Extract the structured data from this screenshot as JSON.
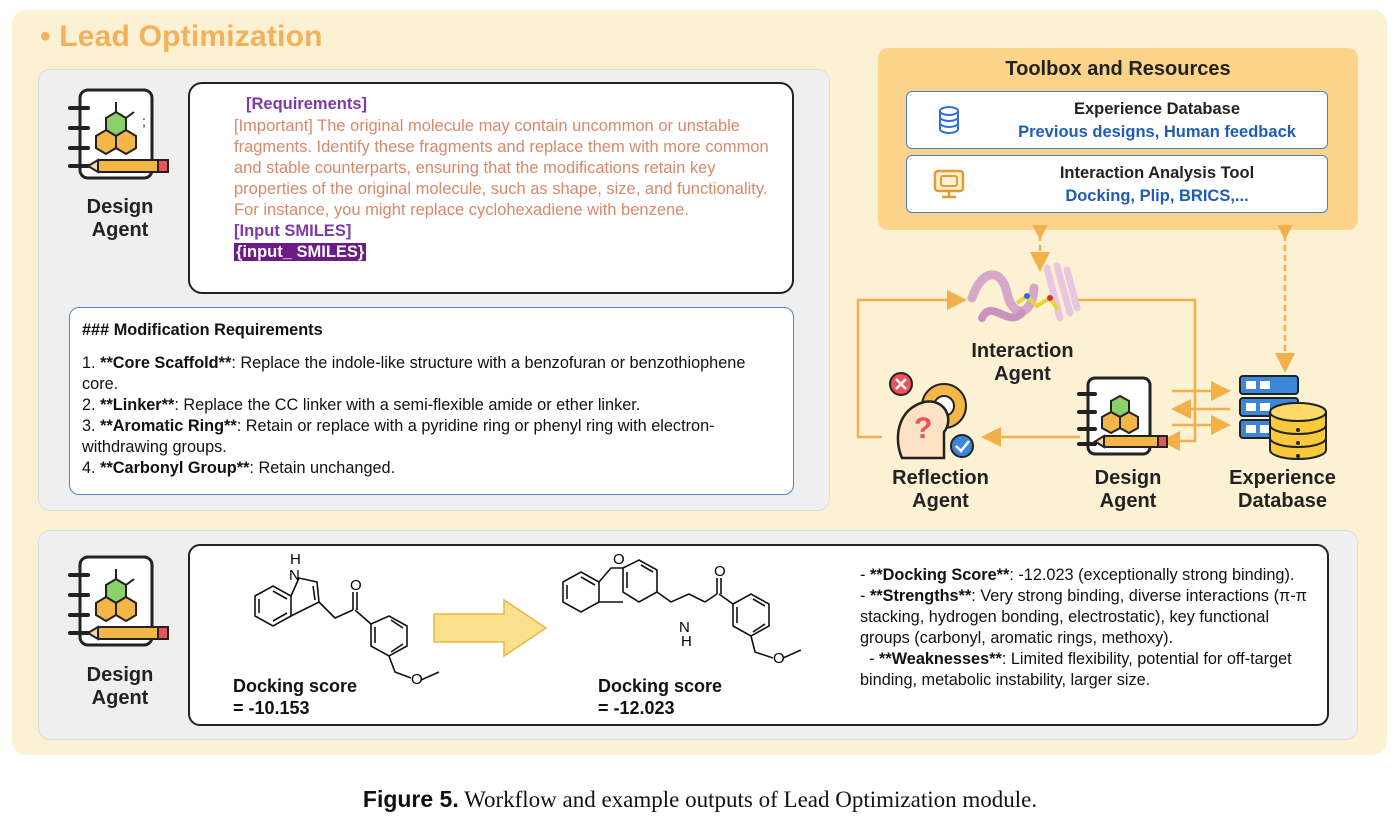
{
  "section_title": "•  Lead Optimization",
  "prompt": {
    "requirements_label": "[Requirements]",
    "important_text": "[Important] The original molecule may contain uncommon or unstable fragments. Identify these fragments and replace them with more common and stable counterparts, ensuring that the modifications retain key properties of the original molecule, such as shape, size, and functionality. For instance, you might replace cyclohexadiene with benzene.",
    "input_label": "[Input SMILES]",
    "input_placeholder": "{input_ SMILES}"
  },
  "modification": {
    "title": "### Modification Requirements",
    "items": [
      {
        "num": "1. ",
        "key": "**Core Scaffold**",
        "text": ": Replace the indole-like structure with a benzofuran or benzothiophene core."
      },
      {
        "num": "2. ",
        "key": "**Linker**",
        "text": ": Replace the CC linker with a semi-flexible amide or ether linker."
      },
      {
        "num": "3. ",
        "key": "**Aromatic Ring**",
        "text": ": Retain or replace with a pyridine ring or phenyl ring with electron-withdrawing groups."
      },
      {
        "num": "4. ",
        "key": "**Carbonyl Group**",
        "text": ": Retain unchanged."
      }
    ]
  },
  "agents": {
    "design_line1": "Design",
    "design_line2": "Agent",
    "interaction_line1": "Interaction",
    "interaction_line2": "Agent",
    "reflection_line1": "Reflection",
    "reflection_line2": "Agent",
    "experience_line1": "Experience",
    "experience_line2": "Database"
  },
  "toolbox": {
    "title": "Toolbox and Resources",
    "tools": [
      {
        "name": "Experience Database",
        "detail": "Previous designs, Human feedback",
        "icon": "database-icon"
      },
      {
        "name": "Interaction Analysis Tool",
        "detail": "Docking, Plip, BRICS,...",
        "icon": "monitor-icon"
      }
    ]
  },
  "result": {
    "before_label": "Docking score",
    "before_value": "= -10.153",
    "after_label": "Docking score",
    "after_value": "= -12.023",
    "atoms": {
      "H": "H",
      "N": "N",
      "O": "O"
    },
    "analysis": [
      {
        "prefix": "- ",
        "key": "**Docking Score**",
        "text": ": -12.023 (exceptionally strong binding)."
      },
      {
        "prefix": "- ",
        "key": "**Strengths**",
        "text": ": Very strong binding, diverse interactions (π-π stacking, hydrogen bonding, electrostatic), key functional groups (carbonyl, aromatic rings, methoxy)."
      },
      {
        "prefix": "  - ",
        "key": "**Weaknesses**",
        "text": ": Limited flexibility, potential for off-target binding, metabolic instability, larger size."
      }
    ]
  },
  "caption": {
    "label": "Figure 5.",
    "text": " Workflow and example outputs of Lead Optimization module."
  },
  "colors": {
    "background": "#fdf1d3",
    "title": "#f2b15a",
    "toolbox": "#fbd48a",
    "arrow": "#f2b04a",
    "purple": "#7d3aa8",
    "salmon": "#d9886a",
    "blue": "#1f5db5"
  }
}
